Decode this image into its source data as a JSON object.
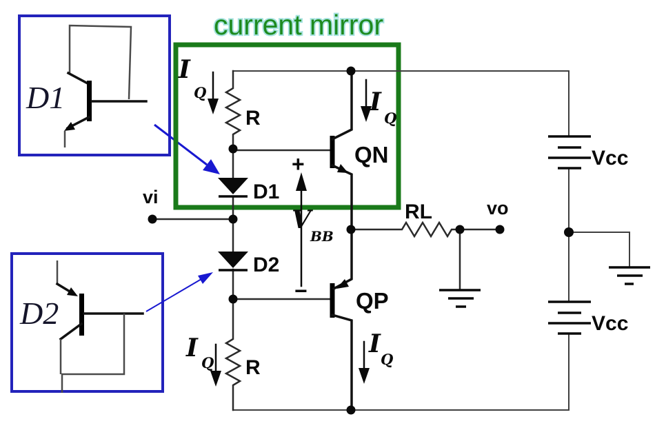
{
  "title": "current mirror",
  "colors": {
    "box_green": "#1a7a1a",
    "title_green": "#1e8a1e",
    "title_halo": "#a5e2df",
    "inset_blue": "#2323bb",
    "arrow_blue": "#1818d0",
    "wire": "#3f3f3f",
    "component": "#0a0a0a"
  },
  "insets": {
    "d1": "D1",
    "d2": "D2"
  },
  "labels": {
    "vi": "vi",
    "vo": "vo",
    "d1": "D1",
    "d2": "D2",
    "qn": "QN",
    "qp": "QP",
    "r_upper": "R",
    "r_lower": "R",
    "rl": "RL",
    "vcc_upper": "Vcc",
    "vcc_lower": "Vcc",
    "plus": "+",
    "minus": "−",
    "i_sym": "I",
    "i_sub": "Q",
    "v_sym": "V",
    "v_sub": "BB"
  }
}
